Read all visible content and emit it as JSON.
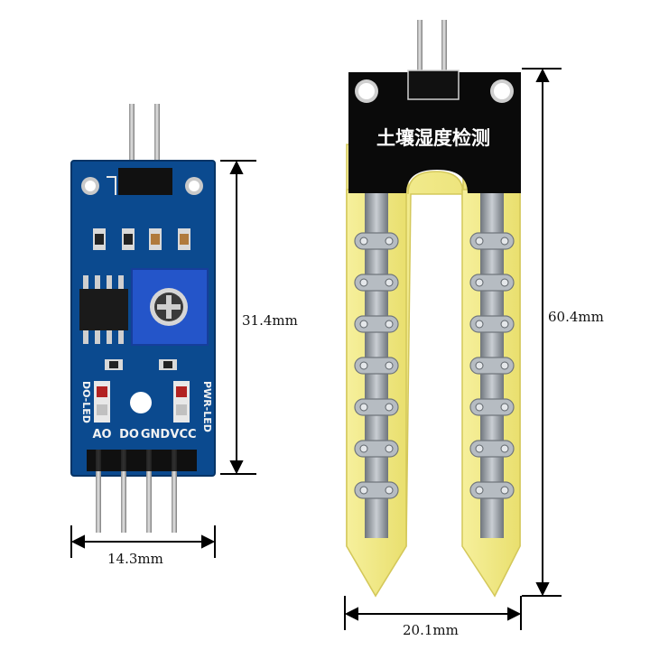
{
  "module": {
    "pin_labels": [
      "AO",
      "DO",
      "GND",
      "VCC"
    ],
    "led_labels": {
      "left": "DO-LED",
      "right": "PWR-LED"
    },
    "board_color": "#0b4a8f",
    "pot_color": "#2455c9"
  },
  "probe": {
    "title": "土壤湿度检测",
    "board_color": "#f3ea8c",
    "trace_color": "#9aa0a6",
    "pad_rows": 7
  },
  "dimensions": {
    "module_height": "31.4mm",
    "module_width": "14.3mm",
    "probe_height": "60.4mm",
    "probe_width": "20.1mm"
  }
}
